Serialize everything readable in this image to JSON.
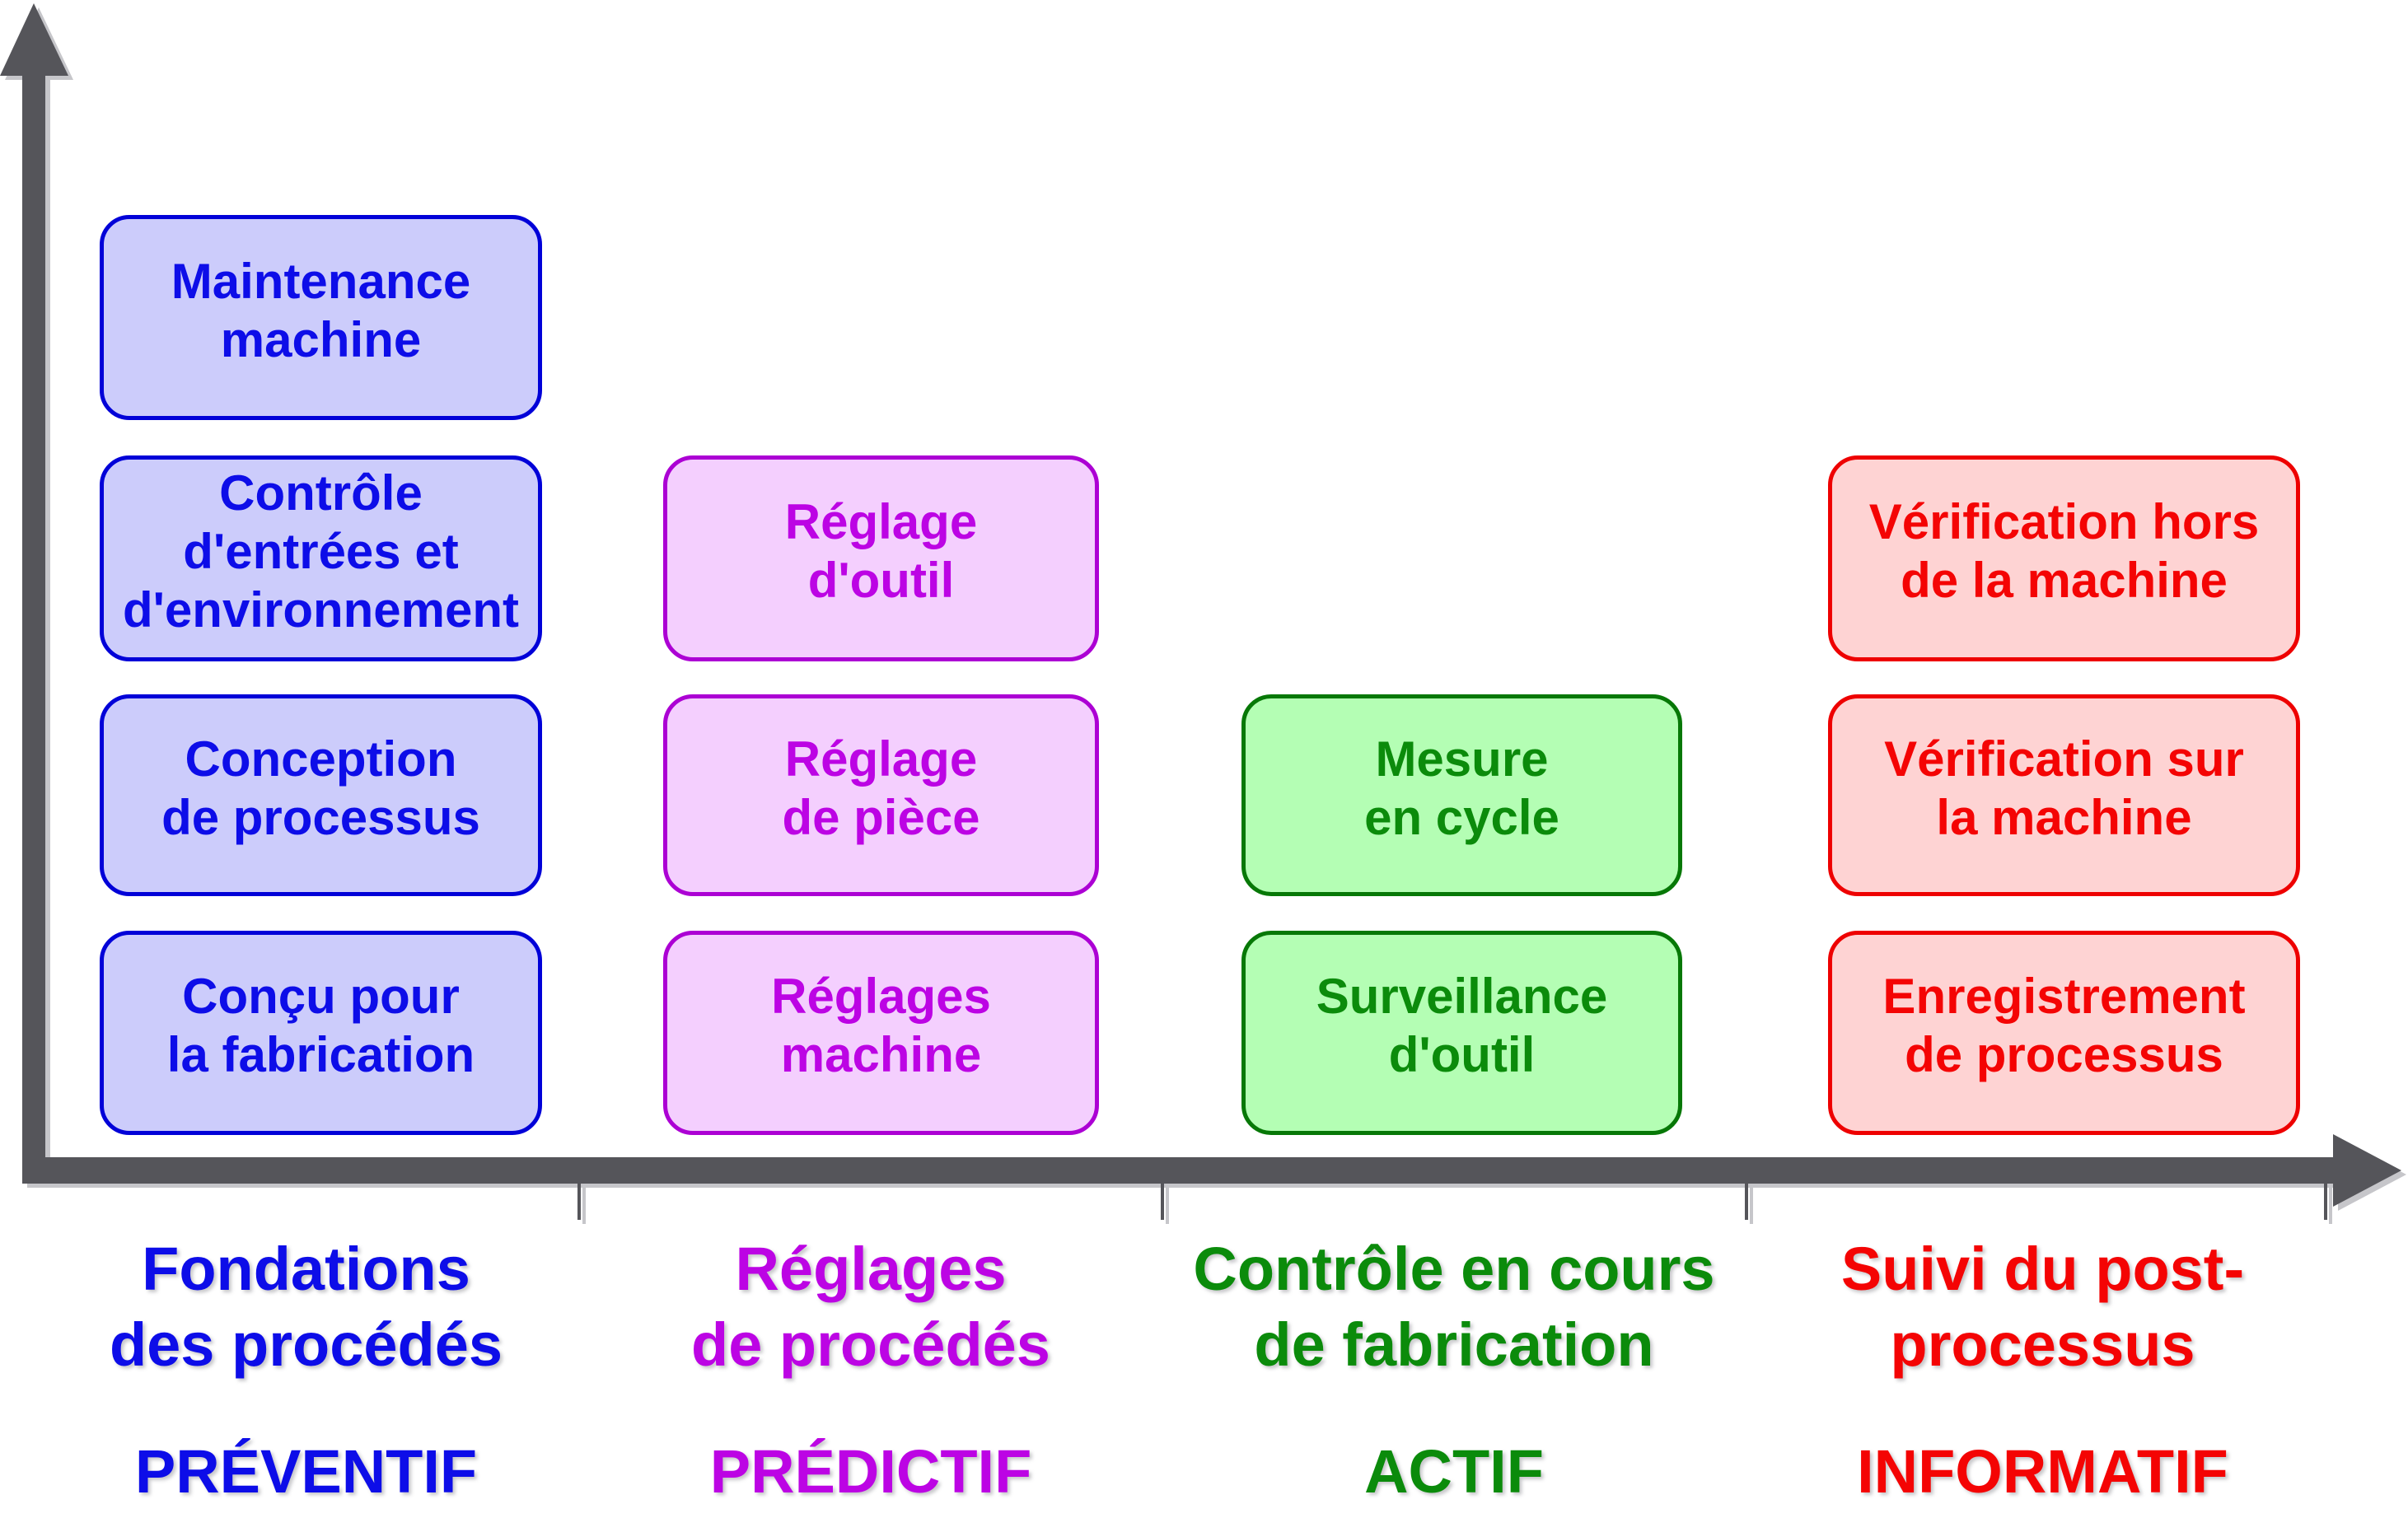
{
  "diagram": {
    "kind": "maintenance-process-classification-axes",
    "palette": {
      "axis": "#55555a",
      "axis_shadow": "#c6c6ca",
      "blue": {
        "text": "#0d0de8",
        "border": "#0101d8",
        "fill": "#ccccfb"
      },
      "magenta": {
        "text": "#bc04e4",
        "border": "#ac00d4",
        "fill": "#f4cffe"
      },
      "green": {
        "text": "#0b8b0b",
        "border": "#077807",
        "fill": "#b4feb4"
      },
      "red": {
        "text": "#f40404",
        "border": "#ee0000",
        "fill": "#fed3d3"
      }
    },
    "columns": [
      {
        "id": "preventif",
        "color_name": "blue",
        "category_label": "Fondations\ndes procédés",
        "type_label": "PRÉVENTIF",
        "boxes": [
          {
            "label": "Maintenance\nmachine"
          },
          {
            "label": "Contrôle\nd'entrées et\nd'environnement"
          },
          {
            "label": "Conception\nde processus"
          },
          {
            "label": "Conçu pour\nla fabrication"
          }
        ]
      },
      {
        "id": "predictif",
        "color_name": "magenta",
        "category_label": "Réglages\nde procédés",
        "type_label": "PRÉDICTIF",
        "boxes": [
          {
            "label": "Réglage\nd'outil"
          },
          {
            "label": "Réglage\nde pièce"
          },
          {
            "label": "Réglages\nmachine"
          }
        ]
      },
      {
        "id": "actif",
        "color_name": "green",
        "category_label": "Contrôle en cours\nde fabrication",
        "type_label": "ACTIF",
        "boxes": [
          {
            "label": "Mesure\nen cycle"
          },
          {
            "label": "Surveillance\nd'outil"
          }
        ]
      },
      {
        "id": "informatif",
        "color_name": "red",
        "category_label": "Suivi du post-\nprocessus",
        "type_label": "INFORMATIF",
        "boxes": [
          {
            "label": "Vérification hors\nde la machine"
          },
          {
            "label": "Vérification sur\nla machine"
          },
          {
            "label": "Enregistrement\nde processus"
          }
        ]
      }
    ]
  }
}
